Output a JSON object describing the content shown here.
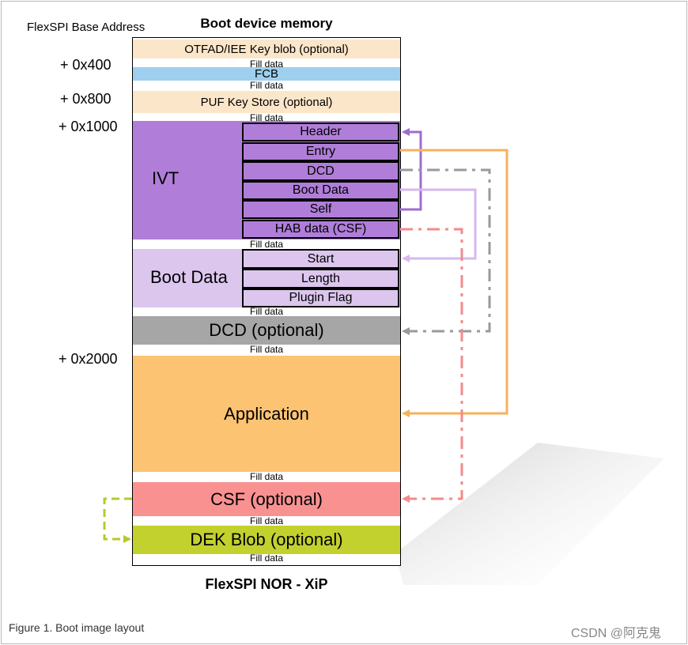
{
  "labels": {
    "base_address": "FlexSPI Base Address",
    "title": "Boot device memory",
    "device": "FlexSPI NOR - XiP",
    "figure": "Figure 1.  Boot image layout",
    "watermark": "CSDN @阿克鬼"
  },
  "addresses": [
    "+ 0x400",
    "+ 0x800",
    "+ 0x1000",
    "+ 0x2000"
  ],
  "fill_text": "Fill data",
  "blocks": {
    "otfad": "OTFAD/IEE Key blob (optional)",
    "fcb": "FCB",
    "puf": "PUF Key Store (optional)",
    "ivt": "IVT",
    "boot_data": "Boot Data",
    "dcd": "DCD (optional)",
    "application": "Application",
    "csf": "CSF (optional)",
    "dek": "DEK Blob (optional)"
  },
  "ivt_fields": [
    "Header",
    "Entry",
    "DCD",
    "Boot Data",
    "Self",
    "HAB data (CSF)"
  ],
  "boot_data_fields": [
    "Start",
    "Length",
    "Plugin Flag"
  ],
  "colors": {
    "otfad": "#fce6c9",
    "fcb": "#9ecfee",
    "ivt": "#b07ed9",
    "boot_data": "#dcc6ee",
    "dcd": "#a6a6a6",
    "application": "#fcc373",
    "csf": "#f99191",
    "dek": "#c3d12f"
  }
}
